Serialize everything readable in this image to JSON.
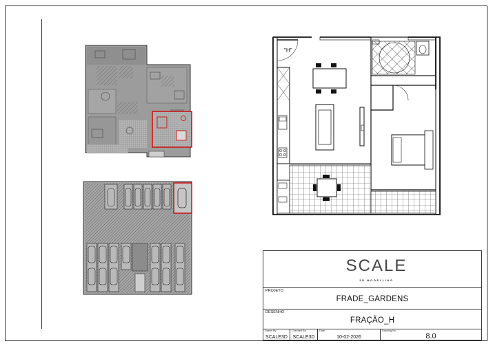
{
  "sheet": {
    "unit_tag": "\"H\"",
    "logo_text": "SCALE",
    "logo_subtitle": "3D MODELLING",
    "project_label": "PROJETO",
    "project_value": "FRADE_GARDENS",
    "drawing_label": "DESENHO",
    "drawing_value": "FRAÇÃO_H",
    "drawn_by_label": "Drawn By",
    "drawn_by_value": "SCALE3D",
    "checked_by_label": "Checked By",
    "checked_by_value": "SCALE3D",
    "date_label": "Date",
    "date_value": "10-02-2026",
    "drawing_no_label": "Drawing No.",
    "drawing_no_value": "8.0",
    "colors": {
      "line": "#222222",
      "hatch_gray": "#8a8a8a",
      "highlight_red": "#d40000",
      "floor_fill": "#a8a8a8"
    }
  }
}
